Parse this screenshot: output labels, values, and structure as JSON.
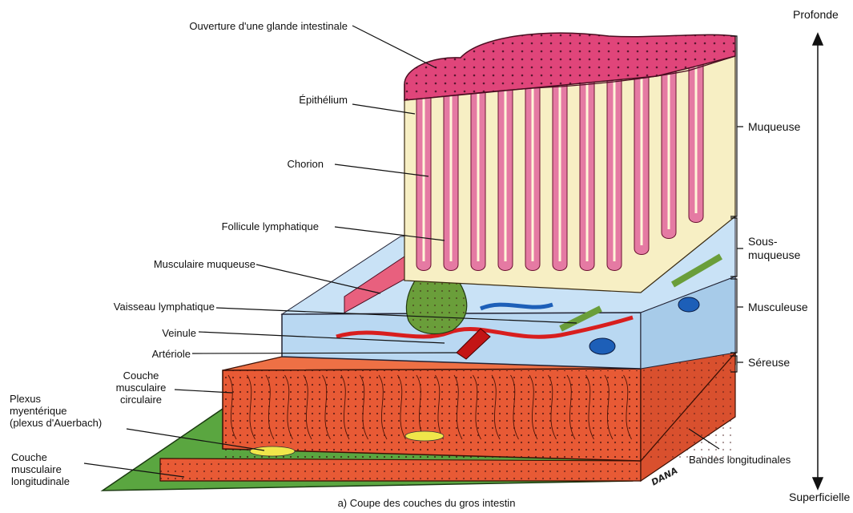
{
  "labels": {
    "ouverture": "Ouverture d'une glande intestinale",
    "epithelium": "Épithélium",
    "chorion": "Chorion",
    "follicule": "Follicule lymphatique",
    "musculaire_muqueuse": "Musculaire muqueuse",
    "vaisseau_lymphatique": "Vaisseau lymphatique",
    "veinule": "Veinule",
    "arteriole": "Artériole",
    "couche_circulaire": [
      "Couche",
      "musculaire",
      "circulaire"
    ],
    "plexus": [
      "Plexus",
      "myentérique",
      "(plexus d'Auerbach)"
    ],
    "couche_longitudinale": [
      "Couche",
      "musculaire",
      "longitudinale"
    ],
    "bandes_longitudinales": "Bandes longitudinales"
  },
  "layers": {
    "muqueuse": "Muqueuse",
    "sous_muqueuse": [
      "Sous-",
      "muqueuse"
    ],
    "musculeuse": "Musculeuse",
    "sereuse": "Séreuse"
  },
  "axis": {
    "top": "Profonde",
    "bottom": "Superficielle"
  },
  "caption": "a) Coupe des couches du gros intestin",
  "signature": "DANA",
  "colors": {
    "mucosa_pink": "#e0457a",
    "chorion_cream": "#f7efc4",
    "submucosa_blue": "#b9d8f2",
    "muscle_red": "#e85a35",
    "serosa_green": "#5aa640",
    "lymph_green": "#6a9e3a",
    "vein_blue": "#1d5fb8",
    "artery_red": "#d81e1e"
  }
}
